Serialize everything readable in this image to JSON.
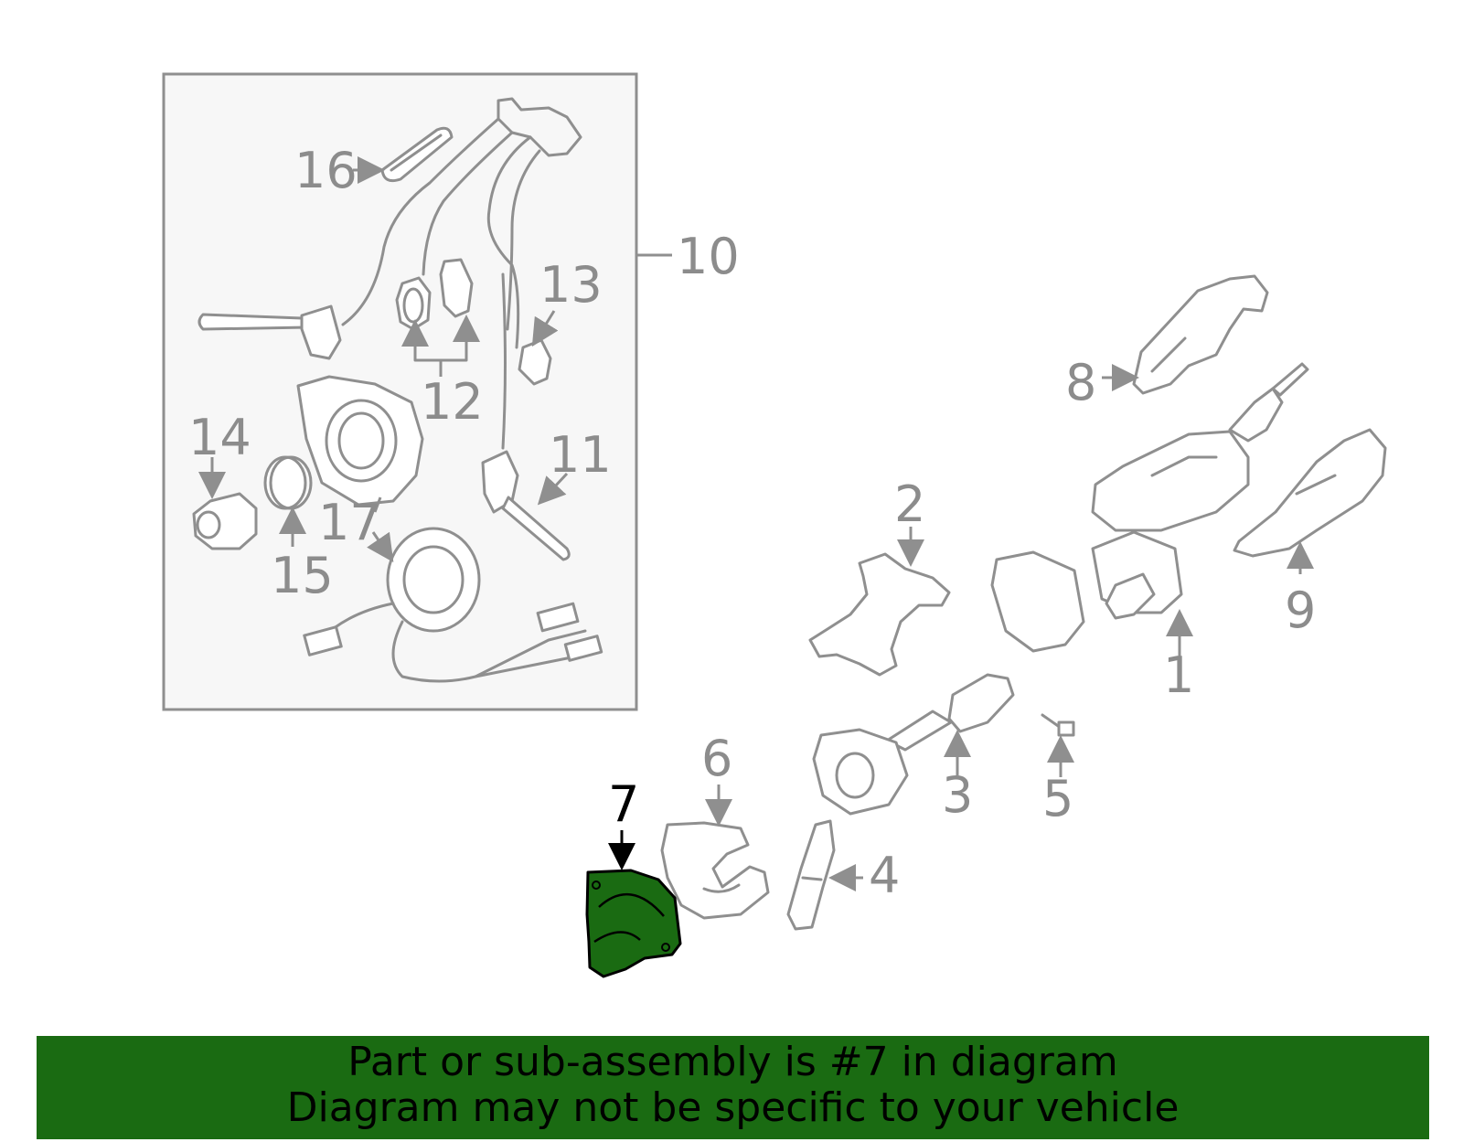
{
  "callouts": {
    "c1": "1",
    "c2": "2",
    "c3": "3",
    "c4": "4",
    "c5": "5",
    "c6": "6",
    "c7": "7",
    "c8": "8",
    "c9": "9",
    "c10": "10",
    "c11": "11",
    "c12": "12",
    "c13": "13",
    "c14": "14",
    "c15": "15",
    "c16": "16",
    "c17": "17"
  },
  "highlighted_part": "7",
  "colors": {
    "highlight": "#1a6b12",
    "line": "#8f8f8f",
    "inset_bg": "#f7f7f7"
  },
  "banner": {
    "line1": "Part or sub-assembly is #7 in diagram",
    "line2": "Diagram may not be specific to your vehicle"
  }
}
